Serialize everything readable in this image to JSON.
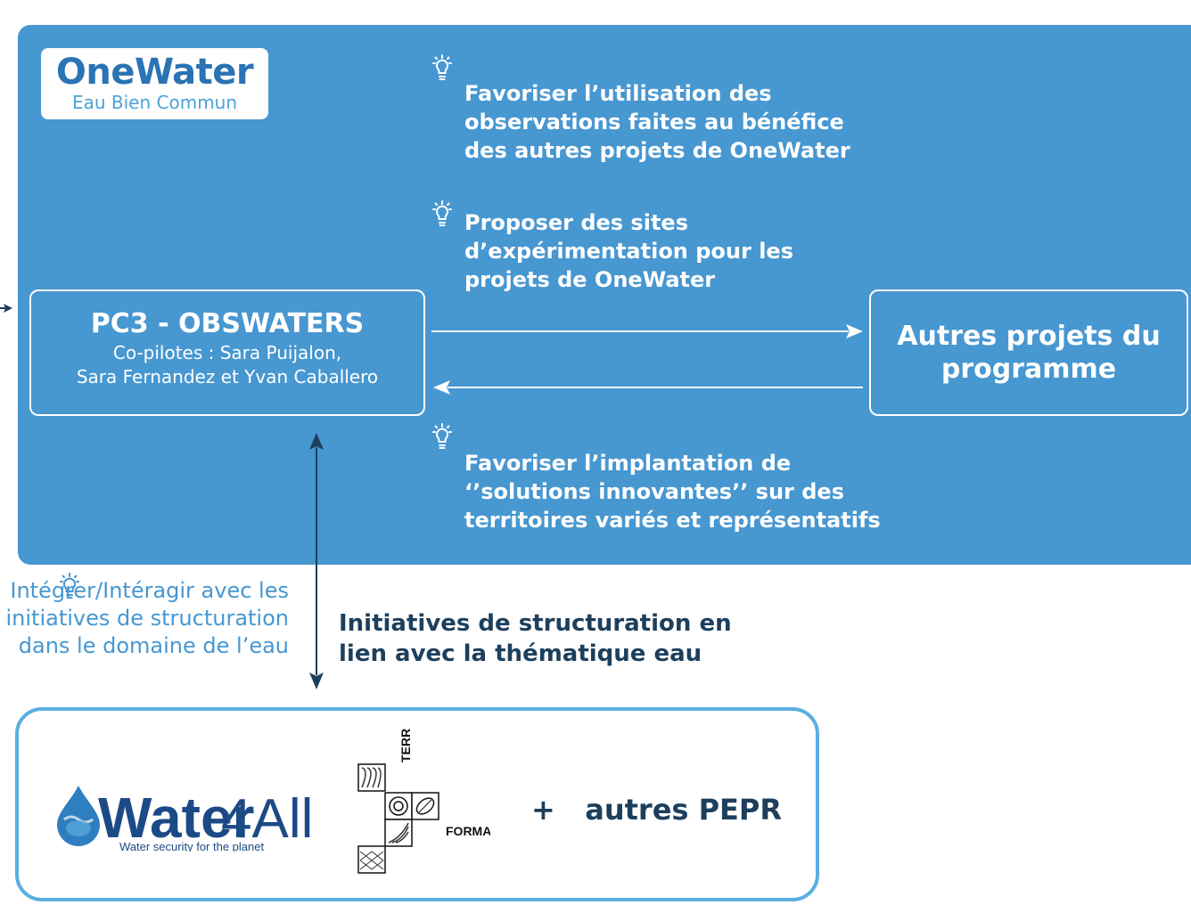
{
  "logo": {
    "name": "OneWater",
    "tagline": "Eau Bien Commun"
  },
  "bullets": [
    "Favoriser l’utilisation des observations faites au bénéfice des autres projets de OneWater",
    "Proposer des sites d’expérimentation pour les projets de OneWater",
    "Favoriser l’implantation de ‘’solutions innovantes’’ sur des territoires variés et représentatifs"
  ],
  "pc3": {
    "title": "PC3 - OBSWATERS",
    "line1": "Co-pilotes : Sara Puijalon,",
    "line2": "Sara Fernandez et Yvan Caballero"
  },
  "autres_projets": {
    "line1": "Autres projets du",
    "line2": "programme"
  },
  "integrer_note": "Intégrer/Intéragir avec les initiatives de structuration dans le domaine de l’eau",
  "structuration": {
    "line1": "Initiatives de structuration en",
    "line2": "lien avec la thématique eau"
  },
  "partners": {
    "water4all": {
      "name_bold": "Water",
      "name_thin": "4All",
      "tagline": "Water security for the planet"
    },
    "terra_forma": {
      "top": "TERRA",
      "bottom": "FORMA"
    },
    "autres_pepr": "+   autres PEPR"
  },
  "colors": {
    "panel": "#4797d1",
    "dark": "#1d3f5c",
    "box_border": "#5bafe0"
  }
}
